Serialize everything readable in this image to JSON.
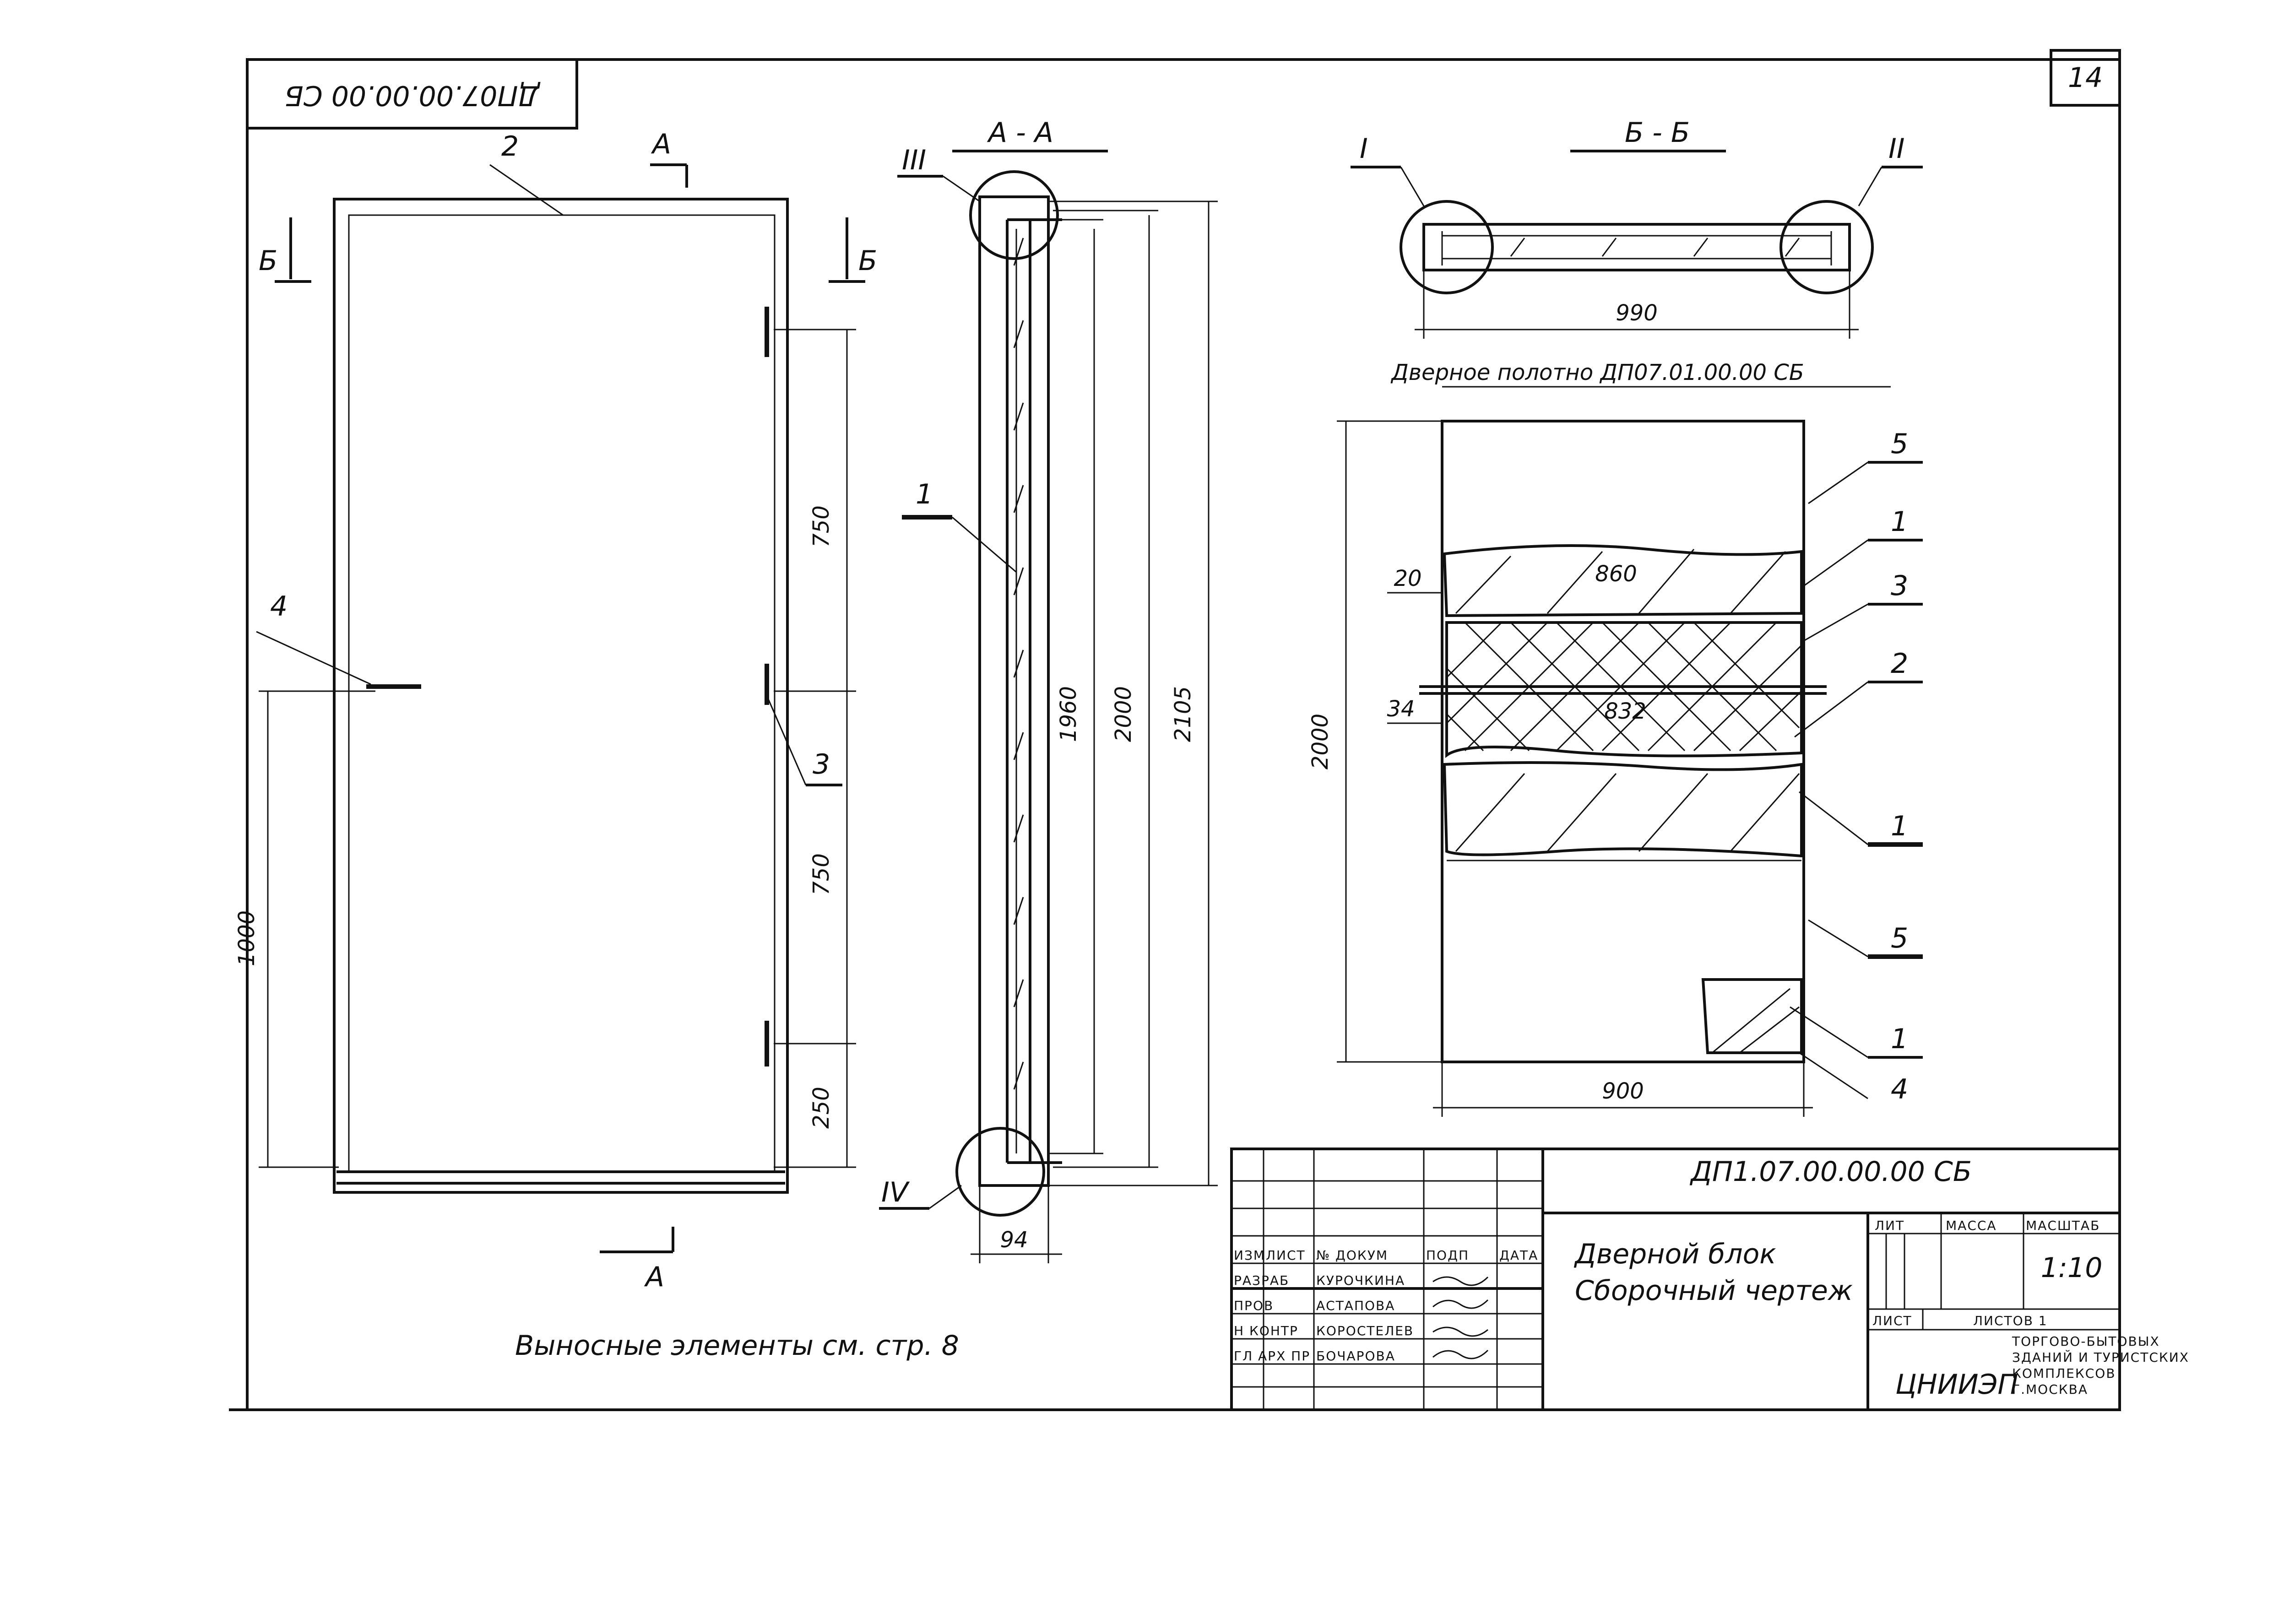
{
  "stamp_code": "ДП07.00.00.00 СБ",
  "sheet_number": "14",
  "section_aa": "А - А",
  "section_bb": "Б - Б",
  "cut_a": "А",
  "cut_b": "Б",
  "callouts": {
    "i": "I",
    "ii": "II",
    "iii": "III",
    "iv": "IV"
  },
  "front_view": {
    "pos_frame": "2",
    "pos_handle": "4",
    "pos_hinge": "3",
    "dims": [
      "750",
      "750",
      "250",
      "1000"
    ]
  },
  "section_view": {
    "pos_leaf": "1",
    "dims": [
      "1960",
      "2000",
      "2105",
      "94"
    ]
  },
  "plan_view": {
    "width": "990"
  },
  "leaf": {
    "title": "Дверное полотно ДП07.01.00.00 СБ",
    "height": "2000",
    "width": "900",
    "dim_20": "20",
    "dim_860": "860",
    "dim_34": "34",
    "dim_832": "832",
    "positions": [
      "5",
      "1",
      "3",
      "2",
      "1",
      "5",
      "1",
      "4"
    ]
  },
  "note": "Выносные элементы см. стр. 8",
  "title_block": {
    "doc_code": "ДП1.07.00.00.00 СБ",
    "name_line1": "Дверной блок",
    "name_line2": "Сборочный чертеж",
    "header_cols": [
      "ИЗМ",
      "ЛИСТ",
      "№ ДОКУМ",
      "ПОДП",
      "ДАТА"
    ],
    "roles": [
      "РАЗРАБ",
      "ПРОВ",
      "Н КОНТР",
      "ГЛ АРХ ПР"
    ],
    "names": [
      "КУРОЧКИНА",
      "АСТАПОВА",
      "КОРОСТЕЛЕВ",
      "БОЧАРОВА"
    ],
    "lit_label": "ЛИТ",
    "mass_label": "МАССА",
    "scale_label": "МАСШТАБ",
    "scale_value": "1:10",
    "sheet_label": "ЛИСТ",
    "sheets_label": "ЛИСТОВ 1",
    "org_logo": "ЦНИИЭП",
    "org_line1": "ТОРГОВО-БЫТОВЫХ",
    "org_line2": "ЗДАНИЙ И ТУРИСТСКИХ",
    "org_line3": "КОМПЛЕКСОВ",
    "org_line4": "Г.МОСКВА"
  }
}
